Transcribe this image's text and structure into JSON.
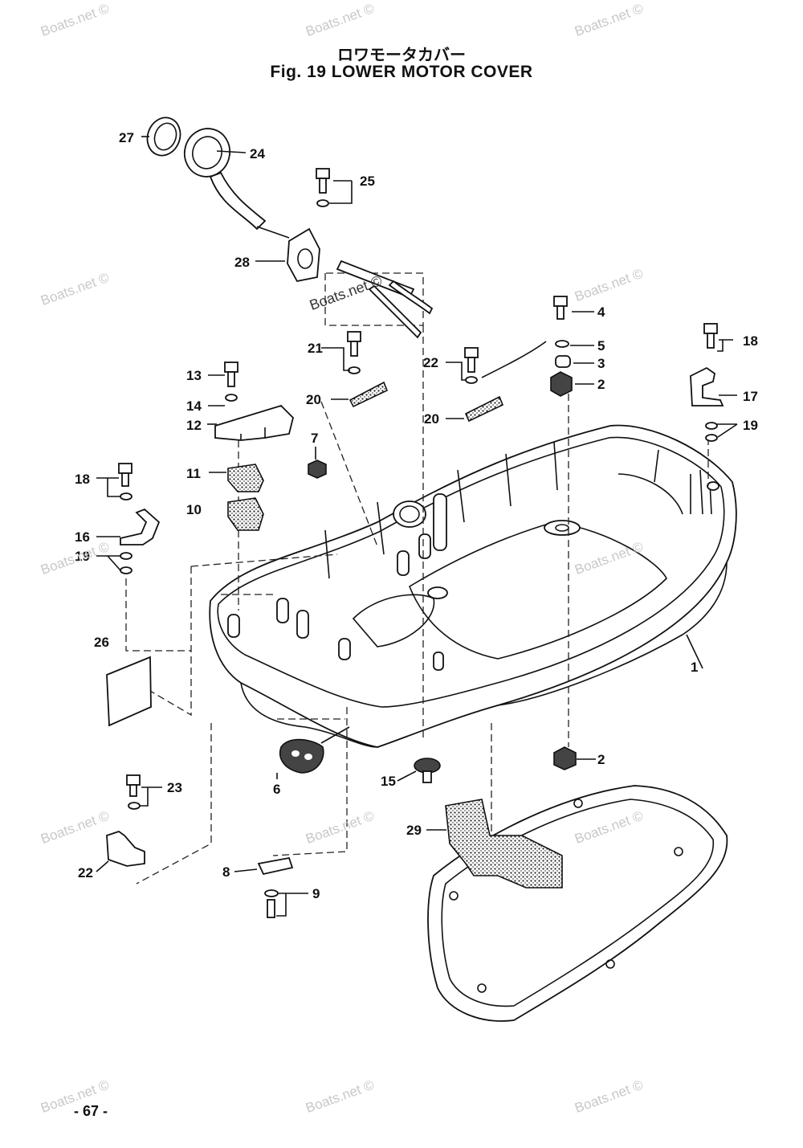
{
  "title_jp": "ロワモータカバー",
  "title_en": "Fig. 19   LOWER MOTOR COVER",
  "page_number": "- 67 -",
  "watermark": "Boats.net ©",
  "callouts": {
    "c1": "1",
    "c2a": "2",
    "c2b": "2",
    "c3": "3",
    "c4": "4",
    "c5": "5",
    "c6": "6",
    "c7": "7",
    "c8": "8",
    "c9": "9",
    "c10": "10",
    "c11": "11",
    "c12": "12",
    "c13": "13",
    "c14": "14",
    "c15": "15",
    "c16": "16",
    "c17": "17",
    "c18a": "18",
    "c18b": "18",
    "c19a": "19",
    "c19b": "19",
    "c20a": "20",
    "c20b": "20",
    "c21": "21",
    "c22a": "22",
    "c22b": "22",
    "c23": "23",
    "c24": "24",
    "c25": "25",
    "c26": "26",
    "c27": "27",
    "c28": "28",
    "c29": "29"
  }
}
